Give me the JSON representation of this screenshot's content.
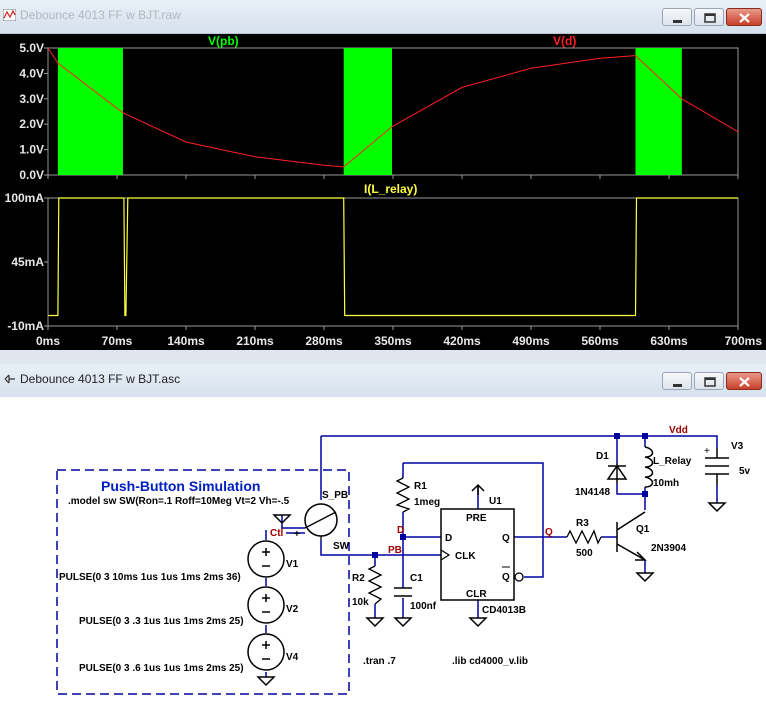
{
  "plot_window": {
    "title": "Debounce 4013 FF w BJT.raw",
    "top_pane": {
      "trace1_label": "V(pb)",
      "trace2_label": "V(d)",
      "y_ticks": [
        "5.0V",
        "4.0V",
        "3.0V",
        "2.0V",
        "1.0V",
        "0.0V"
      ]
    },
    "bottom_pane": {
      "trace_label": "I(L_relay)",
      "y_ticks": [
        "100mA",
        "45mA",
        "-10mA"
      ]
    },
    "x_ticks": [
      "0ms",
      "70ms",
      "140ms",
      "210ms",
      "280ms",
      "350ms",
      "420ms",
      "490ms",
      "560ms",
      "630ms",
      "700ms"
    ]
  },
  "schematic_window": {
    "title": "Debounce 4013 FF w BJT.asc",
    "box_title": "Push-Button Simulation",
    "model_text": ".model sw SW(Ron=.1 Roff=10Meg Vt=2 Vh=-.5",
    "labels": {
      "s_pb": "S_PB",
      "ctl": "Ctl",
      "plus": "+",
      "sw": "SW",
      "pb": "PB",
      "d_net": "D",
      "vdd": "Vdd",
      "r1": "R1",
      "r1_val": "1meg",
      "r2": "R2",
      "r2_val": "10k",
      "c1": "C1",
      "c1_val": "100nf",
      "u1": "U1",
      "pre": "PRE",
      "pin_d": "D",
      "pin_clk": "CLK",
      "pin_q": "Q",
      "pin_qbar": "Q",
      "clr": "CLR",
      "u1_part": "CD4013B",
      "q_net": "Q",
      "r3": "R3",
      "r3_val": "500",
      "q1": "Q1",
      "q1_part": "2N3904",
      "d1": "D1",
      "d1_part": "1N4148",
      "l_relay": "L_Relay",
      "l_val": "10mh",
      "v3": "V3",
      "v3_val": "5v",
      "v1": "V1",
      "v2": "V2",
      "v4": "V4",
      "pulse1": "PULSE(0 3 10ms 1us 1us 1ms 2ms 36)",
      "pulse2": "PULSE(0 3 .3 1us 1us 1ms 2ms 25)",
      "pulse4": "PULSE(0 3 .6 1us 1us 1ms 2ms 25)",
      "tran": ".tran .7",
      "lib": ".lib cd4000_v.lib"
    }
  },
  "colors": {
    "vpb": "#00ff00",
    "vd": "#ff0000",
    "irelay": "#ffff00",
    "schematic_text": "#0000a0",
    "title_blue": "#0020c0",
    "netlabel": "#a00000",
    "wire": "#0000a0",
    "component": "#000000"
  },
  "chart_data": [
    {
      "type": "area",
      "title": "",
      "series": [
        {
          "name": "V(pb)",
          "description_segments_ms": [
            [
              10,
              76
            ],
            [
              300,
              349
            ],
            [
              596,
              643
            ]
          ],
          "high": 5.0,
          "low": 0.0
        },
        {
          "name": "V(d)",
          "x": [
            0,
            10,
            76,
            140,
            210,
            280,
            300,
            349,
            420,
            490,
            560,
            596,
            643,
            700
          ],
          "values": [
            5.0,
            4.4,
            2.45,
            1.3,
            0.72,
            0.38,
            0.32,
            1.9,
            3.45,
            4.2,
            4.6,
            4.7,
            3.0,
            1.7
          ]
        }
      ],
      "xlim": [
        0,
        700
      ],
      "ylim": [
        0,
        5
      ],
      "x_ticks": [
        "0ms",
        "70ms",
        "140ms",
        "210ms",
        "280ms",
        "350ms",
        "420ms",
        "490ms",
        "560ms",
        "630ms",
        "700ms"
      ],
      "y_ticks": [
        "5.0V",
        "4.0V",
        "3.0V",
        "2.0V",
        "1.0V",
        "0.0V"
      ]
    },
    {
      "type": "line",
      "title": "",
      "series": [
        {
          "name": "I(L_relay)",
          "x": [
            0,
            10,
            11,
            77,
            78,
            79,
            81,
            82,
            300,
            301,
            596,
            597,
            700
          ],
          "values": [
            -1,
            -1,
            100,
            100,
            -1,
            -1,
            100,
            100,
            100,
            -1,
            -1,
            100,
            100
          ]
        }
      ],
      "xlim": [
        0,
        700
      ],
      "ylim": [
        -10,
        100
      ],
      "y_ticks": [
        "100mA",
        "45mA",
        "-10mA"
      ]
    }
  ]
}
